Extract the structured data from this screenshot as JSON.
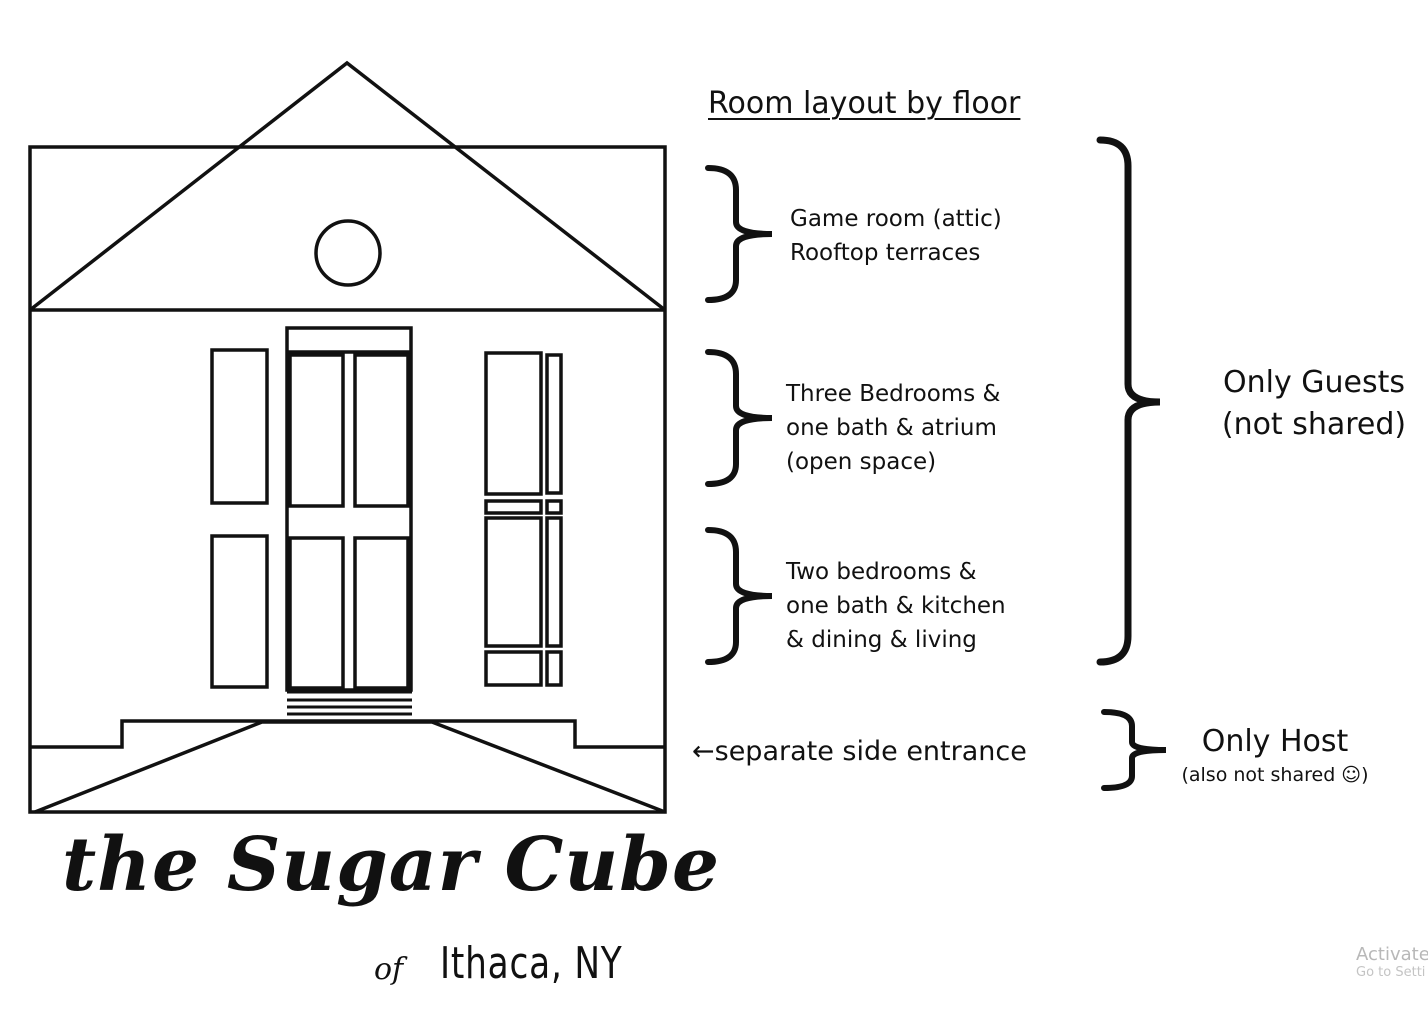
{
  "heading": "Room layout by floor",
  "floors": [
    {
      "lines": [
        "Game room (attic)",
        "Rooftop terraces"
      ]
    },
    {
      "lines": [
        "Three Bedrooms &",
        "one bath & atrium",
        "(open space)"
      ]
    },
    {
      "lines": [
        "Two bedrooms &",
        "one bath & kitchen",
        "& dining & living"
      ]
    }
  ],
  "guests": {
    "line1": "Only Guests",
    "line2": "(not shared)"
  },
  "side_entrance": "←separate side entrance",
  "host": {
    "main": "Only Host",
    "sub": "(also not shared ☺)"
  },
  "brand": {
    "title": "the Sugar Cube",
    "of": "of",
    "city": "Ithaca, NY"
  },
  "watermark": {
    "line1": "Activate",
    "line2": "Go to Setti"
  },
  "colors": {
    "ink": "#111111",
    "background": "#ffffff",
    "watermark": "#b8b8b8"
  }
}
